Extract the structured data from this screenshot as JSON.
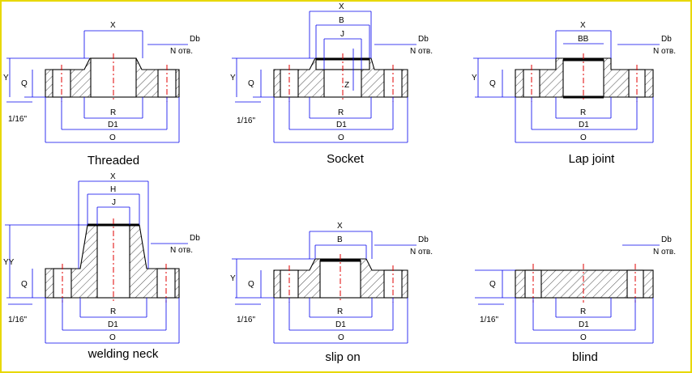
{
  "dims": {
    "x": "X",
    "b": "B",
    "j": "J",
    "h": "H",
    "bb": "BB",
    "db": "Db",
    "n": "N отв.",
    "y": "Y",
    "yy": "YY",
    "q": "Q",
    "z": "Z",
    "r": "R",
    "d1": "D1",
    "o": "O",
    "gap": "1/16\""
  },
  "flanges": [
    {
      "id": "threaded",
      "title": "Threaded"
    },
    {
      "id": "socket",
      "title": "Socket"
    },
    {
      "id": "lap-joint",
      "title": "Lap  joint"
    },
    {
      "id": "welding-neck",
      "title": "welding  neck"
    },
    {
      "id": "slip-on",
      "title": "slip  on"
    },
    {
      "id": "blind",
      "title": "blind"
    }
  ],
  "colors": {
    "frame": "#e8d800",
    "dimension": "#0000ee",
    "centerline": "#e00000",
    "outline": "#000000"
  }
}
